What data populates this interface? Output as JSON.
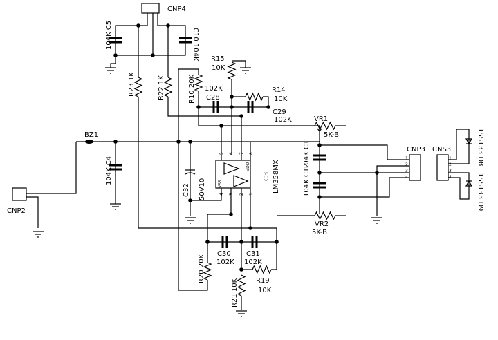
{
  "labels": {
    "cnp4": "CNP4",
    "cnp2": "CNP2",
    "cnp3": "CNP3",
    "cns3": "CNS3",
    "bz1": "BZ1",
    "c5": "104K  C5",
    "c10": "C10  104K",
    "c4": "104K  C4",
    "r23": "R23  1K",
    "r22": "R22  1K",
    "r15_name": "R15",
    "r15_val": "10K",
    "r10": "R10  20K",
    "c28_val": "102K",
    "c28_name": "C28",
    "r14_name": "R14",
    "r14_val": "10K",
    "c29_name": "C29",
    "c29_val": "102K",
    "vr1_name": "VR1",
    "vr1_val": "5K-B",
    "vr2_name": "VR2",
    "vr2_val": "5K-B",
    "c11": "104K  C11",
    "c12": "104K  C12",
    "c32": "C32",
    "c32_val": "50V10",
    "ic3_name": "IC3",
    "ic3_part": "LM358MX",
    "vss": "VSS",
    "vdd": "VDD",
    "pins_top": [
      "5",
      "6",
      "7",
      "8"
    ],
    "pins_bottom": [
      "4",
      "3",
      "2",
      "1"
    ],
    "c30_name": "C30",
    "c30_val": "102K",
    "c31_name": "C31",
    "c31_val": "102K",
    "r20": "R20  20K",
    "r21": "R21  10K",
    "r19_name": "R19",
    "r19_val": "10K",
    "d8": "1SS133  D8",
    "d9": "1SS133  D9",
    "cnp3_pins": [
      "1",
      "2",
      "3",
      "4"
    ],
    "cns3_pins": [
      "1",
      "2",
      "3",
      "4"
    ]
  }
}
